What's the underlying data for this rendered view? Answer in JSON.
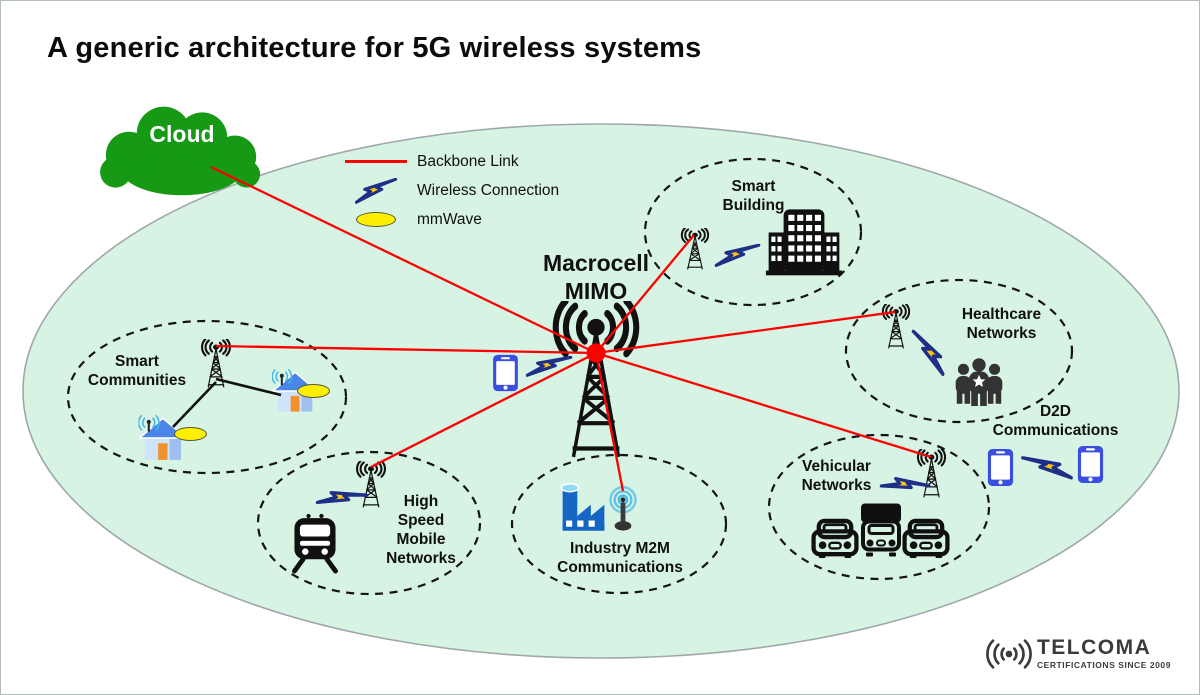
{
  "title": "A generic architecture for 5G wireless systems",
  "legend": {
    "items": [
      {
        "icon": "backbone-line",
        "label": "Backbone Link"
      },
      {
        "icon": "lightning",
        "label": "Wireless Connection"
      },
      {
        "icon": "mmwave-ellipse",
        "label": "mmWave"
      }
    ]
  },
  "cloud": {
    "label": "Cloud"
  },
  "macrocell": {
    "label": "Macrocell\nMIMO"
  },
  "clusters": {
    "smart_building": {
      "label": "Smart\nBuilding"
    },
    "healthcare": {
      "label": "Healthcare\nNetworks"
    },
    "d2d": {
      "label": "D2D\nCommunications"
    },
    "vehicular": {
      "label": "Vehicular\nNetworks"
    },
    "industry_m2m": {
      "label": "Industry M2M\nCommunications"
    },
    "high_speed": {
      "label": "High\nSpeed\nMobile\nNetworks"
    },
    "smart_communities": {
      "label": "Smart\nCommunities"
    }
  },
  "logo": {
    "name": "TELCOMA",
    "tagline": "CERTIFICATIONS SINCE 2009"
  },
  "colors": {
    "mint": "#d6f3e4",
    "ellipse-stroke": "#9fa8a8",
    "cloud-green": "#169a16",
    "red": "#fe0000",
    "bolt-gold": "#fcc40f",
    "bolt-navy": "#1d2f87",
    "phone-blue": "#3a4ee0",
    "mmwave-yellow": "#fcf000",
    "factory-blue": "#1566c4",
    "factory-cyan": "#8fd9f2",
    "house-blue": "#4a86e8",
    "house-light": "#cfe3fb",
    "door-orange": "#f0912c",
    "arc-cyan": "#45b7e8",
    "people-gray": "#333333",
    "logo-gray": "#3b3b3b"
  }
}
